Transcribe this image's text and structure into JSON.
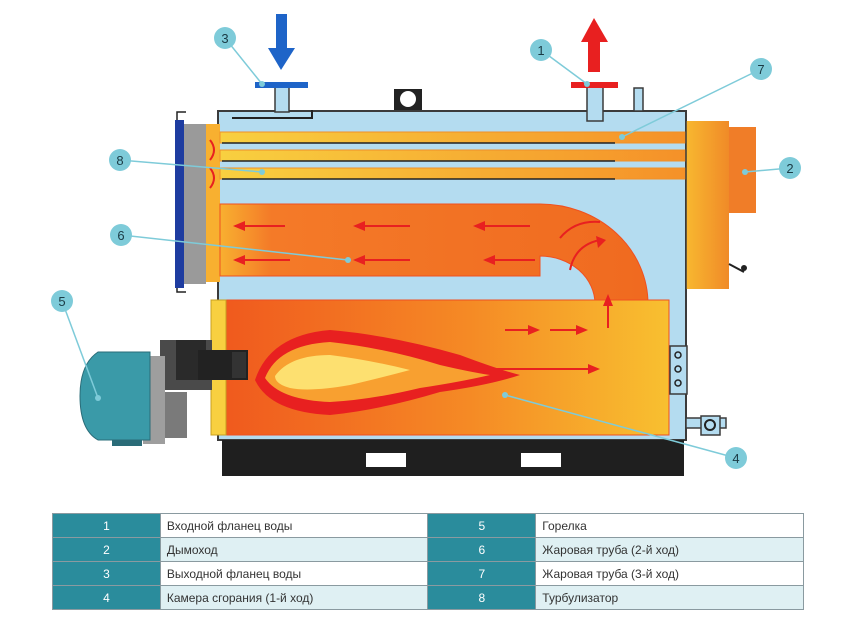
{
  "callouts": [
    "1",
    "2",
    "3",
    "4",
    "5",
    "6",
    "7",
    "8"
  ],
  "legend": {
    "rows": [
      {
        "left_num": "1",
        "left_label": "Входной фланец воды",
        "right_num": "5",
        "right_label": "Горелка"
      },
      {
        "left_num": "2",
        "left_label": "Дымоход",
        "right_num": "6",
        "right_label": "Жаровая труба (2-й ход)"
      },
      {
        "left_num": "3",
        "left_label": "Выходной фланец воды",
        "right_num": "7",
        "right_label": "Жаровая труба (3-й ход)"
      },
      {
        "left_num": "4",
        "left_label": "Камера сгорания (1-й ход)",
        "right_num": "8",
        "right_label": "Турбулизатор"
      }
    ]
  },
  "colors": {
    "water": "#b4dcf0",
    "flame_hot": "#f07020",
    "flame_warm": "#f8c030",
    "callout": "#7ecbd9",
    "table_num": "#2a8c9c",
    "inlet_arrow": "#1e64c8",
    "outlet_arrow": "#e82020",
    "burner": "#3a9aa8"
  },
  "icons": [
    "water-inlet-arrow-icon",
    "water-outlet-arrow-icon",
    "burner-icon",
    "flame-icon"
  ]
}
